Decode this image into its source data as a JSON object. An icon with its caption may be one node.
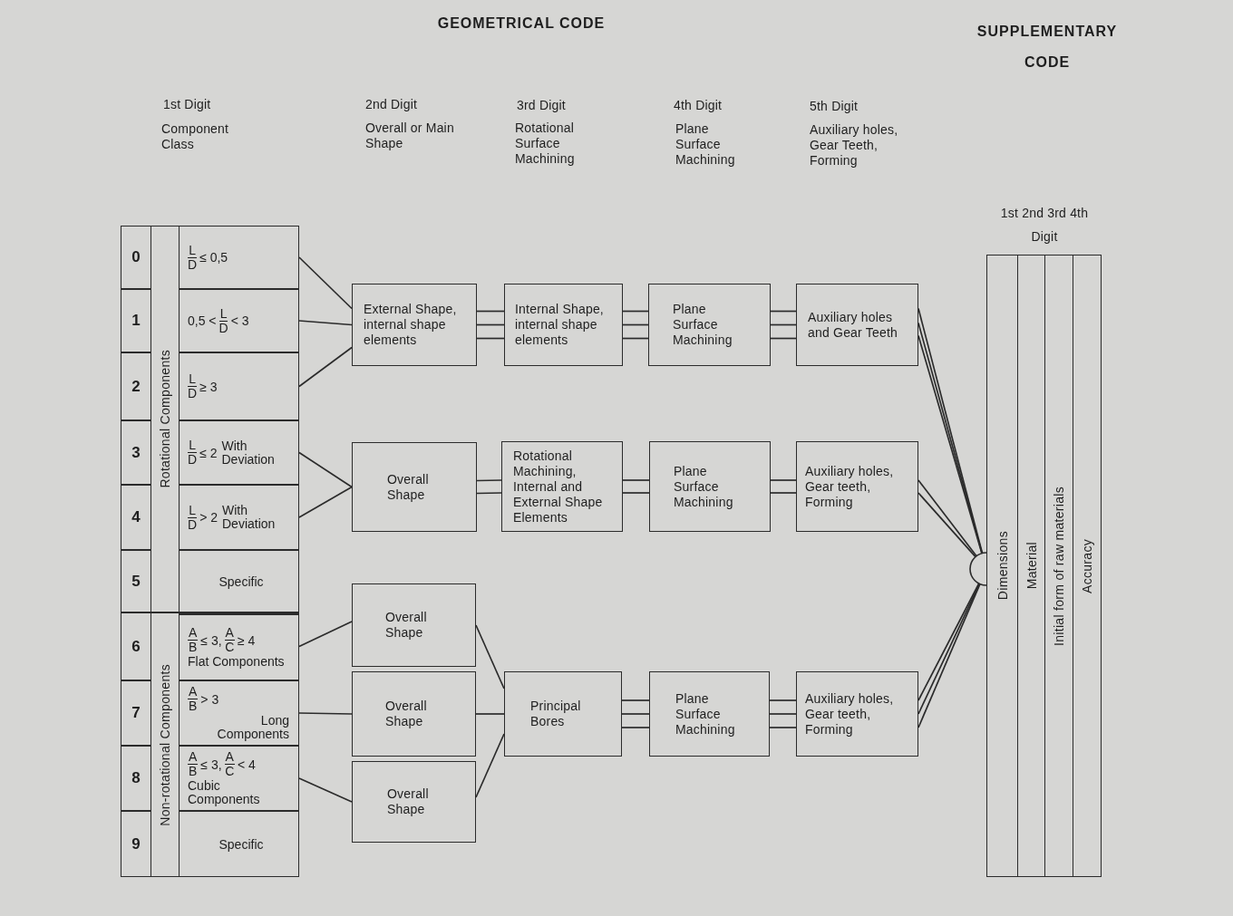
{
  "diagram": {
    "nodes": [
      {
        "text": [
          "0"
        ]
      },
      {
        "text": [
          "1"
        ]
      },
      {
        "text": [
          "2"
        ]
      },
      {
        "text": [
          "3"
        ]
      },
      {
        "text": [
          "4"
        ]
      },
      {
        "text": [
          "5"
        ]
      },
      {
        "text": [
          "6"
        ]
      },
      {
        "text": [
          "7"
        ]
      },
      {
        "text": [
          "8"
        ]
      },
      {
        "text": [
          "9"
        ]
      },
      {
        "text": [
          "Rotational Components"
        ]
      },
      {
        "text": [
          "Non-rotational Components"
        ]
      },
      {
        "text": [
          "L",
          "D",
          "≤ 0,5"
        ]
      },
      {
        "text": [
          "0,5 <",
          "L",
          "D",
          "< 3"
        ]
      },
      {
        "text": [
          "L",
          "D",
          "≥ 3"
        ]
      },
      {
        "text": [
          "L",
          "D",
          "≤ 2",
          "With Deviation"
        ]
      },
      {
        "text": [
          "L",
          "D",
          "> 2",
          "With Deviation"
        ]
      },
      {
        "text": [
          "Specific"
        ]
      },
      {
        "text": [
          "A",
          "B",
          "≤ 3,",
          "A",
          "C",
          "≥ 4",
          "Flat Components"
        ]
      },
      {
        "text": [
          "A",
          "B",
          "> 3",
          "Long Components"
        ]
      },
      {
        "text": [
          "A",
          "B",
          "≤ 3,",
          "A",
          "C",
          "< 4",
          "Cubic Components"
        ]
      },
      {
        "text": [
          "Specific"
        ]
      },
      {
        "text": [
          "External Shape, internal shape elements"
        ]
      },
      {
        "text": [
          "Overall Shape"
        ]
      },
      {
        "text": [
          "Overall Shape"
        ]
      },
      {
        "text": [
          "Overall Shape"
        ]
      },
      {
        "text": [
          "Overall Shape"
        ]
      },
      {
        "text": [
          "Internal Shape, internal shape elements"
        ]
      },
      {
        "text": [
          "Rotational Machining, Internal and External Shape Elements"
        ]
      },
      {
        "text": [
          "Principal Bores"
        ]
      },
      {
        "text": [
          "Plane Surface Machining"
        ]
      },
      {
        "text": [
          "Plane Surface Machining"
        ]
      },
      {
        "text": [
          "Plane Surface Machining"
        ]
      },
      {
        "text": [
          "Auxiliary holes and Gear Teeth"
        ]
      },
      {
        "text": [
          "Auxiliary holes, Gear teeth, Forming"
        ]
      },
      {
        "text": [
          "Auxiliary holes, Gear teeth, Forming"
        ]
      },
      {
        "text": [],
        "shape": "circle"
      },
      {
        "text": [
          "Dimensions"
        ]
      },
      {
        "text": [
          "Material"
        ]
      },
      {
        "text": [
          "Initial form of raw materials"
        ]
      },
      {
        "text": [
          "Accuracy"
        ]
      }
    ],
    "edges": [
      {
        "from": 12,
        "to": 22,
        "arrow": "none"
      },
      {
        "from": 13,
        "to": 22,
        "arrow": "none"
      },
      {
        "from": 14,
        "to": 22,
        "arrow": "none"
      },
      {
        "from": 15,
        "to": 23,
        "arrow": "none"
      },
      {
        "from": 16,
        "to": 23,
        "arrow": "none"
      },
      {
        "from": 18,
        "to": 24,
        "arrow": "none"
      },
      {
        "from": 19,
        "to": 25,
        "arrow": "none"
      },
      {
        "from": 20,
        "to": 26,
        "arrow": "none"
      },
      {
        "from": 22,
        "to": 27,
        "arrow": "none"
      },
      {
        "from": 22,
        "to": 27,
        "arrow": "none"
      },
      {
        "from": 22,
        "to": 27,
        "arrow": "none"
      },
      {
        "from": 27,
        "to": 30,
        "arrow": "none"
      },
      {
        "from": 27,
        "to": 30,
        "arrow": "none"
      },
      {
        "from": 27,
        "to": 30,
        "arrow": "none"
      },
      {
        "from": 30,
        "to": 33,
        "arrow": "none"
      },
      {
        "from": 30,
        "to": 33,
        "arrow": "none"
      },
      {
        "from": 30,
        "to": 33,
        "arrow": "none"
      },
      {
        "from": 23,
        "to": 28,
        "arrow": "none"
      },
      {
        "from": 23,
        "to": 28,
        "arrow": "none"
      },
      {
        "from": 28,
        "to": 31,
        "arrow": "none"
      },
      {
        "from": 28,
        "to": 31,
        "arrow": "none"
      },
      {
        "from": 31,
        "to": 34,
        "arrow": "none"
      },
      {
        "from": 31,
        "to": 34,
        "arrow": "none"
      },
      {
        "from": 24,
        "to": 29,
        "arrow": "none"
      },
      {
        "from": 25,
        "to": 29,
        "arrow": "none"
      },
      {
        "from": 26,
        "to": 29,
        "arrow": "none"
      },
      {
        "from": 29,
        "to": 32,
        "arrow": "none"
      },
      {
        "from": 29,
        "to": 32,
        "arrow": "none"
      },
      {
        "from": 29,
        "to": 32,
        "arrow": "none"
      },
      {
        "from": 32,
        "to": 35,
        "arrow": "none"
      },
      {
        "from": 32,
        "to": 35,
        "arrow": "none"
      },
      {
        "from": 32,
        "to": 35,
        "arrow": "none"
      },
      {
        "from": 33,
        "to": 36,
        "arrow": "none"
      },
      {
        "from": 33,
        "to": 36,
        "arrow": "none"
      },
      {
        "from": 33,
        "to": 36,
        "arrow": "none"
      },
      {
        "from": 34,
        "to": 36,
        "arrow": "none"
      },
      {
        "from": 34,
        "to": 36,
        "arrow": "none"
      },
      {
        "from": 35,
        "to": 36,
        "arrow": "none"
      },
      {
        "from": 35,
        "to": 36,
        "arrow": "none"
      },
      {
        "from": 35,
        "to": 36,
        "arrow": "none"
      }
    ],
    "labels": [
      "GEOMETRICAL CODE",
      "SUPPLEMENTARY CODE",
      "1st Digit",
      "Component Class",
      "2nd Digit",
      "Overall or Main Shape",
      "3rd Digit",
      "Rotational Surface Machining",
      "4th Digit",
      "Plane Surface Machining",
      "5th Digit",
      "Auxiliary holes, Gear Teeth, Forming",
      "1st 2nd 3rd 4th Digit"
    ]
  }
}
